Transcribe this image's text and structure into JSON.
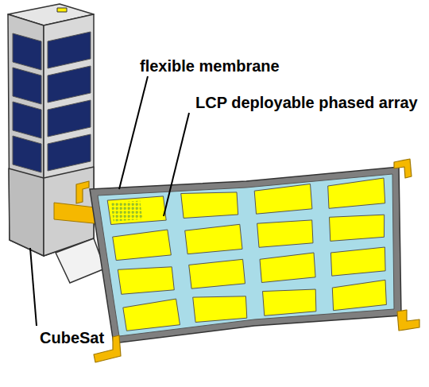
{
  "diagram": {
    "labels": [
      "flexible membrane",
      "LCP deployable phased array",
      "CubeSat"
    ]
  }
}
